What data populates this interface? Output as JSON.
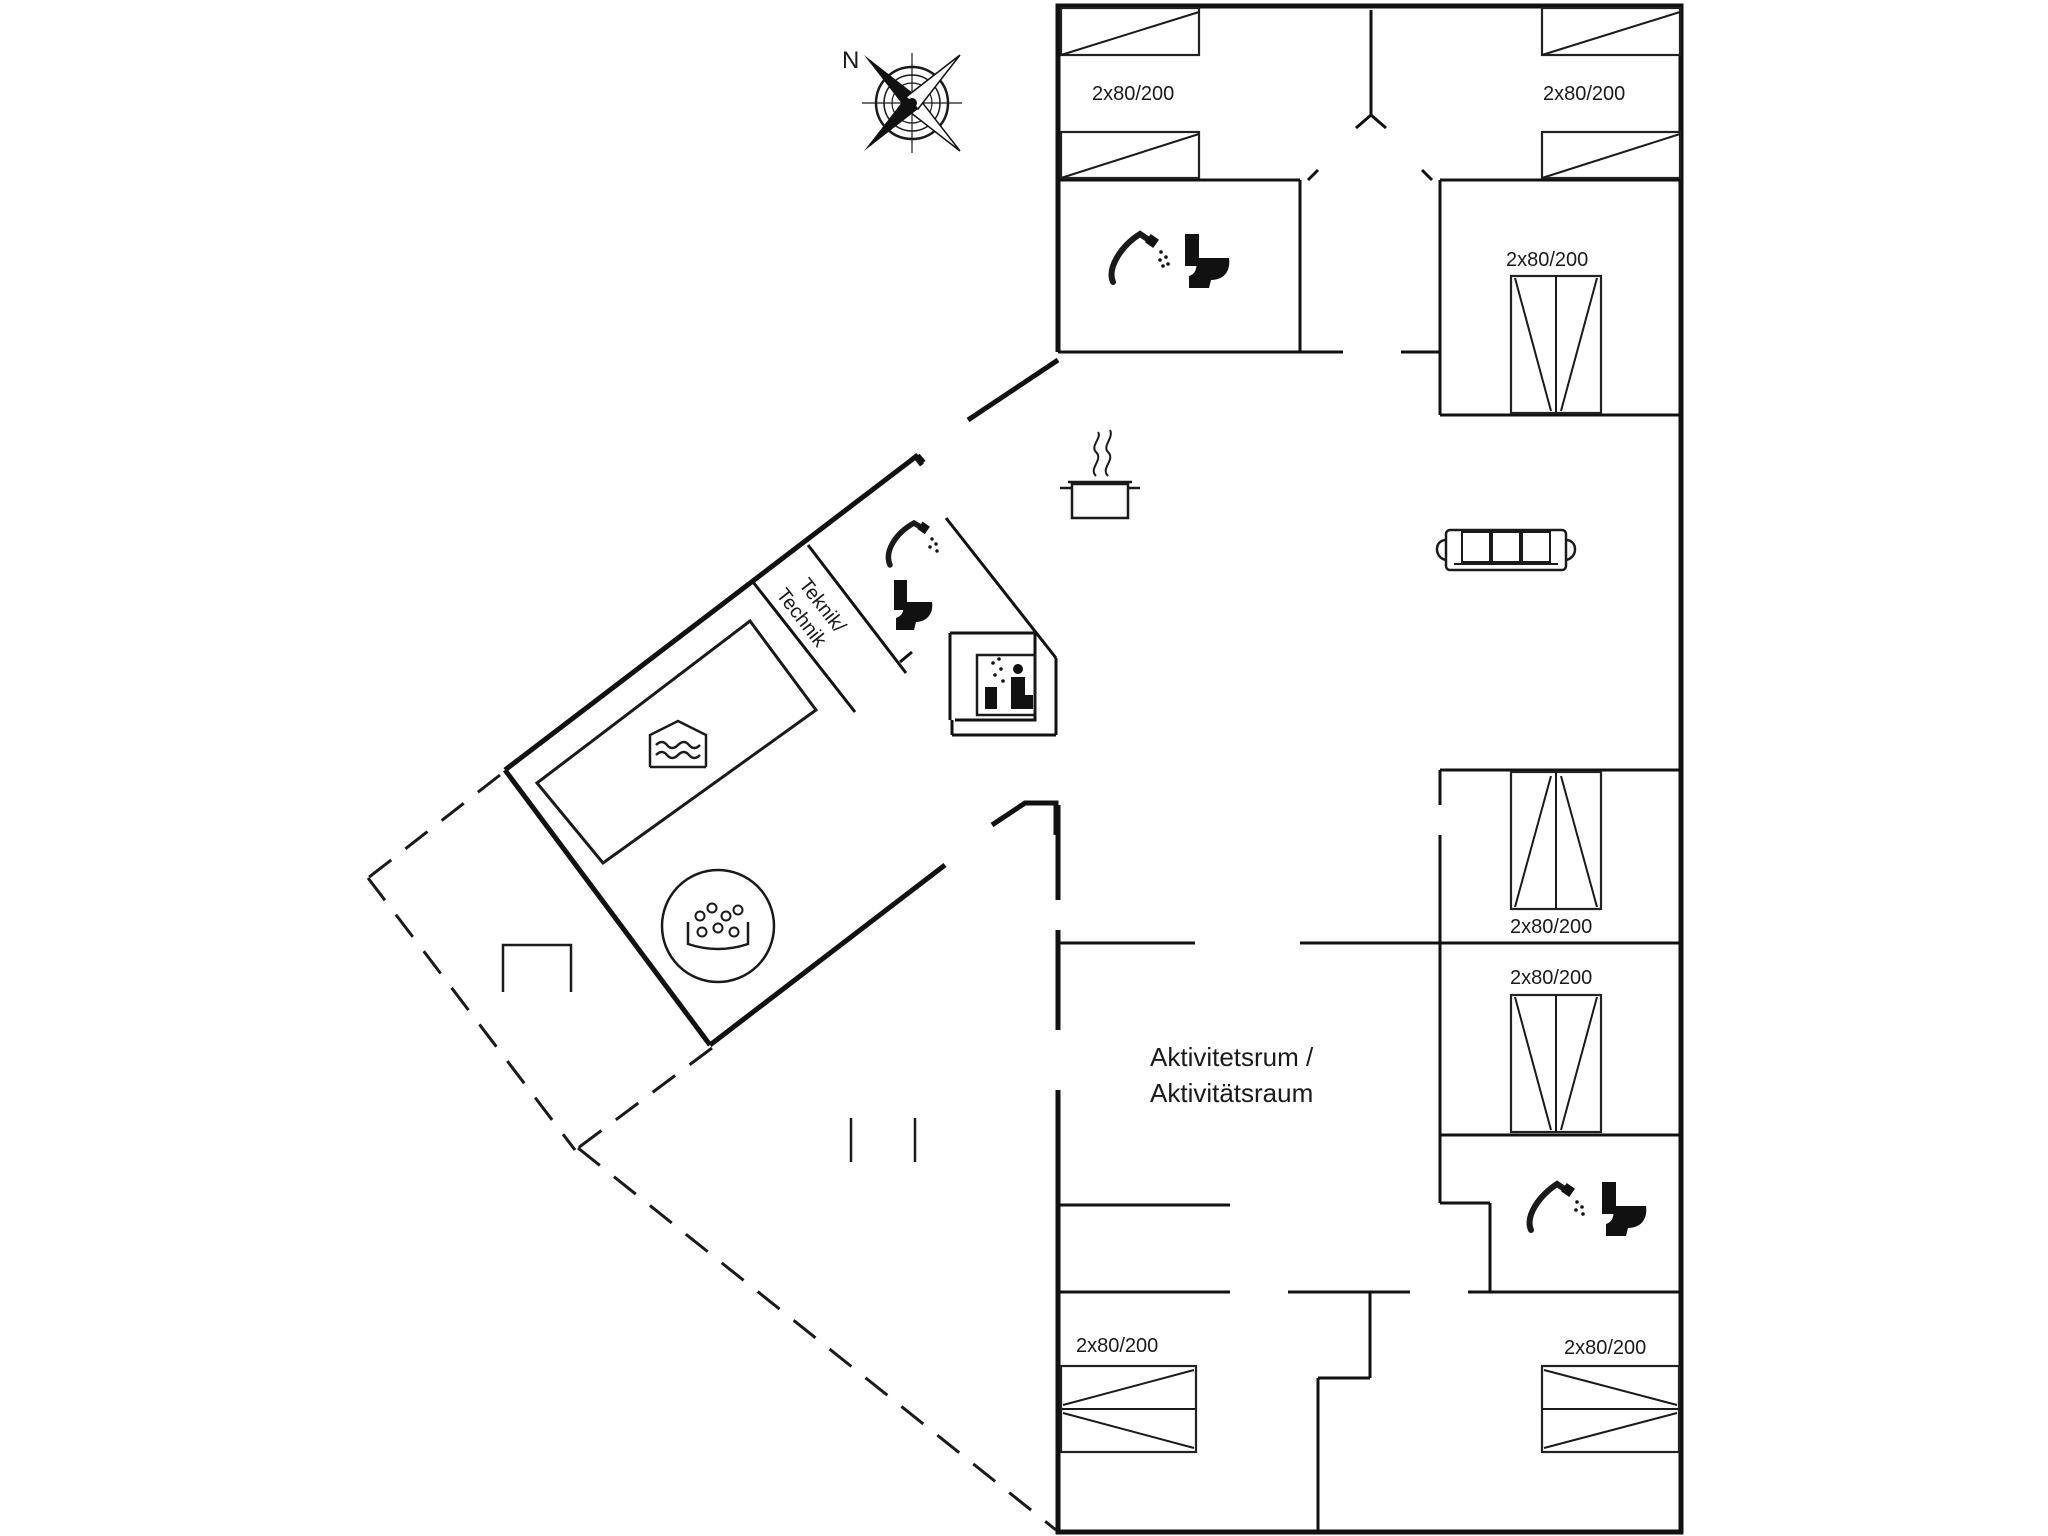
{
  "compass": {
    "north_label": "N",
    "icon": "compass-rose-icon"
  },
  "beds": {
    "top_left": "2x80/200",
    "top_right": "2x80/200",
    "upper_right": "2x80/200",
    "middle_right_a": "2x80/200",
    "middle_right_b": "2x80/200",
    "bottom_left": "2x80/200",
    "bottom_right": "2x80/200"
  },
  "rooms": {
    "technik_line1": "Teknik/",
    "technik_line2": "Technik",
    "activity_line1": "Aktivitetsrum /",
    "activity_line2": "Aktivitätsraum"
  },
  "icons": [
    "shower-icon",
    "toilet-icon",
    "cooking-pot-icon",
    "sofa-icon",
    "sauna-icon",
    "pool-icon",
    "whirlpool-icon"
  ],
  "colors": {
    "line": "#111111",
    "background": "#ffffff"
  }
}
